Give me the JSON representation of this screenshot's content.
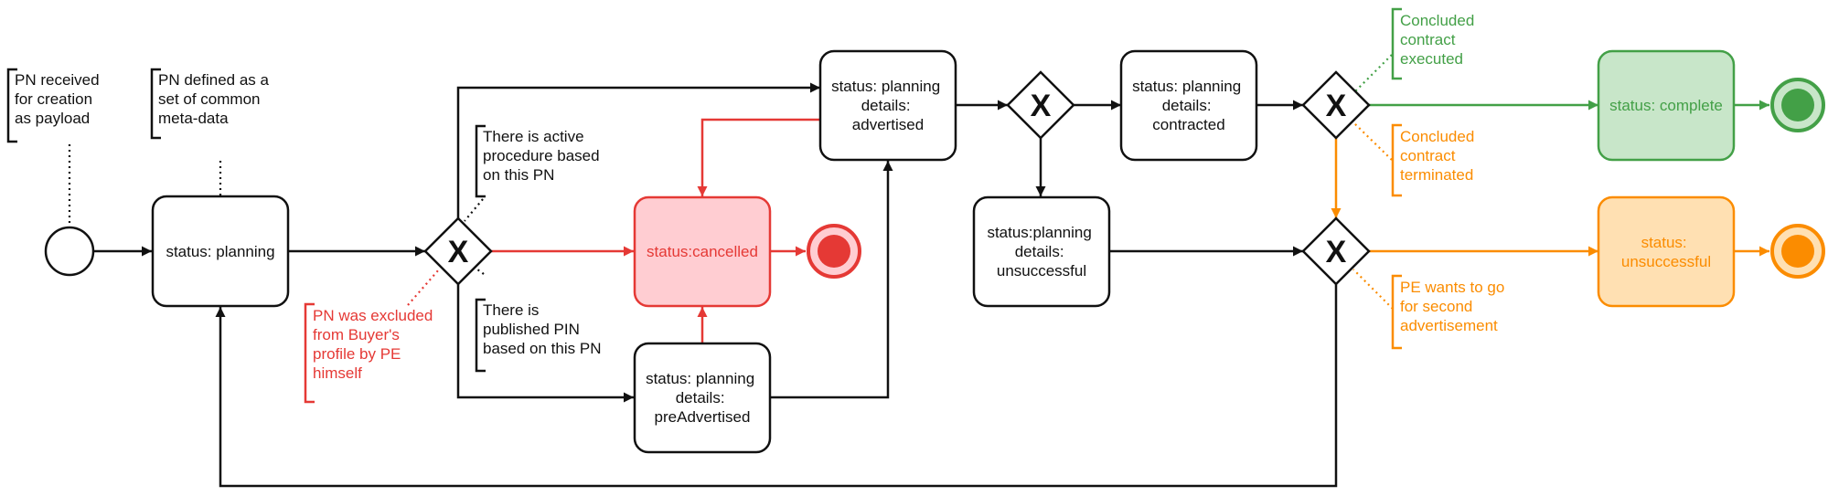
{
  "colors": {
    "black": "#111111",
    "red": "#e53935",
    "red_fill": "#ffcdd2",
    "green": "#43a047",
    "green_fill": "#c8e6c9",
    "orange": "#fb8c00",
    "orange_fill": "#ffe0b2"
  },
  "tasks": {
    "planning": [
      "status: planning"
    ],
    "cancelled": [
      "status:cancelled"
    ],
    "advertised": [
      "status: planning",
      "details:",
      "advertised"
    ],
    "pre_advertised": [
      "status: planning",
      "details:",
      "preAdvertised"
    ],
    "contracted": [
      "status: planning",
      "details:",
      "contracted"
    ],
    "unsuccessful_planning": [
      "status:planning",
      "details:",
      "unsuccessful"
    ],
    "complete": [
      "status: complete"
    ],
    "unsuccessful": [
      "status:",
      "unsuccessful"
    ]
  },
  "gateway_symbol": "X",
  "annotations": {
    "pn_received": [
      "PN received",
      "for creation",
      "as payload"
    ],
    "pn_defined": [
      "PN defined as a",
      "set of common",
      "meta-data"
    ],
    "active_procedure": [
      "There is active",
      "procedure based",
      "on this PN"
    ],
    "published_pin": [
      "There is",
      "published PIN",
      "based on this PN"
    ],
    "pn_excluded": [
      "PN was excluded",
      "from Buyer's",
      "profile by PE",
      "himself"
    ],
    "concluded_executed": [
      "Concluded",
      "contract",
      "executed"
    ],
    "concluded_terminated": [
      "Concluded",
      "contract",
      "terminated"
    ],
    "second_advertisement": [
      "PE wants to go",
      "for second",
      "advertisement"
    ]
  }
}
